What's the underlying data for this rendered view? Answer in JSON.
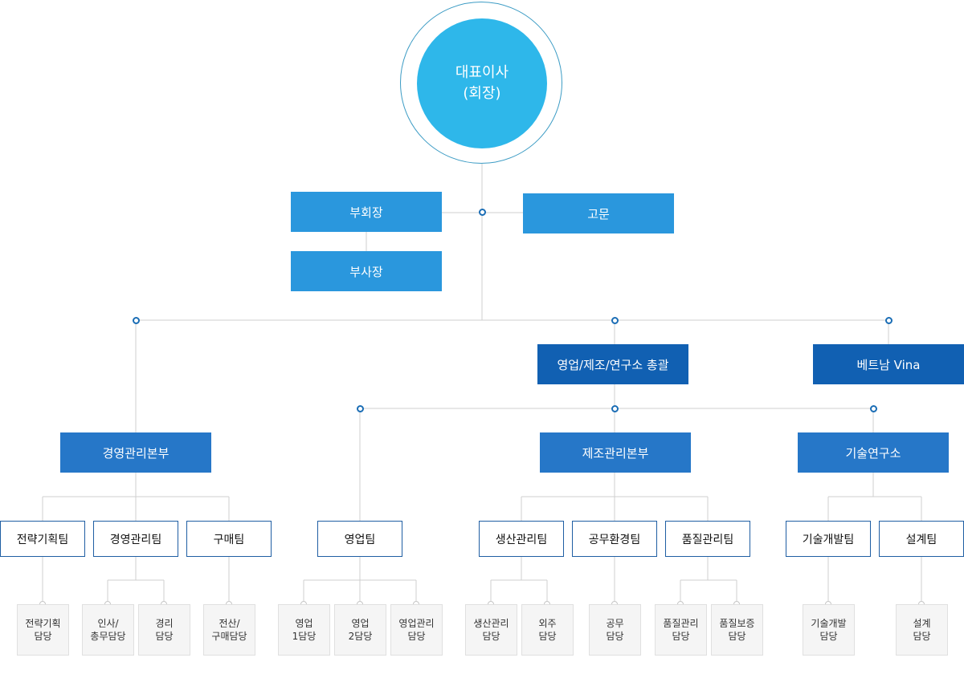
{
  "ceo": {
    "line1": "대표이사",
    "line2": "(회장)"
  },
  "vice_chairman": "부회장",
  "vice_president": "부사장",
  "advisor": "고문",
  "sales_head": "영업/제조/연구소 총괄",
  "vietnam": "베트남 Vina",
  "divisions": {
    "management": "경영관리본부",
    "manufacturing": "제조관리본부",
    "research": "기술연구소"
  },
  "teams": {
    "strategy": "전략기획팀",
    "management": "경영관리팀",
    "purchase": "구매팀",
    "sales": "영업팀",
    "production": "생산관리팀",
    "engineering": "공무환경팀",
    "quality": "품질관리팀",
    "techdev": "기술개발팀",
    "design": "설계팀"
  },
  "duties": {
    "strategy_l1": "전략기획",
    "strategy_l2": "담당",
    "hr_l1": "인사/",
    "hr_l2": "총무담당",
    "accounting_l1": "경리",
    "accounting_l2": "담당",
    "it_l1": "전산/",
    "it_l2": "구매담당",
    "sales1_l1": "영업",
    "sales1_l2": "1담당",
    "sales2_l1": "영업",
    "sales2_l2": "2담당",
    "salesmgmt_l1": "영업관리",
    "salesmgmt_l2": "담당",
    "prod_l1": "생산관리",
    "prod_l2": "담당",
    "outsource_l1": "외주",
    "outsource_l2": "담당",
    "works_l1": "공무",
    "works_l2": "담당",
    "qc_l1": "품질관리",
    "qc_l2": "담당",
    "qa_l1": "품질보증",
    "qa_l2": "담당",
    "techdev_l1": "기술개발",
    "techdev_l2": "담당",
    "design_l1": "설계",
    "design_l2": "담당"
  },
  "colors": {
    "ceo_fill": "#2eb7ea",
    "light_box": "#2a97dd",
    "mid_box": "#2677c8",
    "dark_box": "#1160b2",
    "team_border": "#1f5ea3",
    "connector": "#cfcfcf"
  }
}
